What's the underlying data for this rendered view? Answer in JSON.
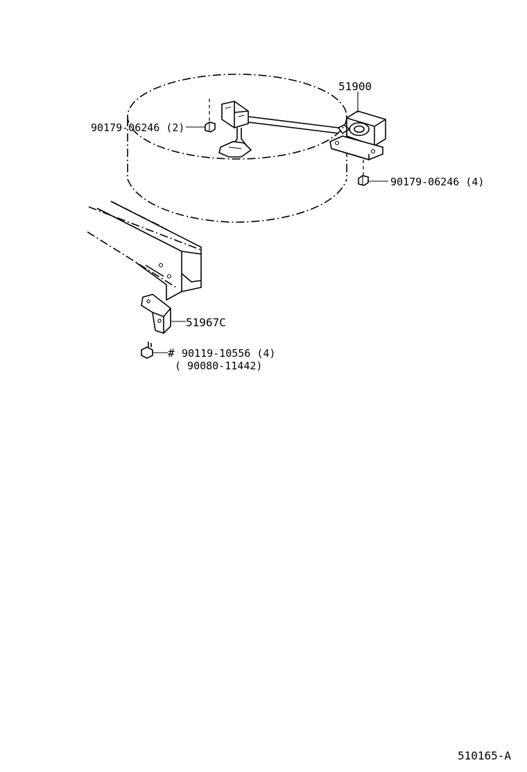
{
  "callouts": {
    "hanger_assembly": "51900",
    "nut_left": "90179-06246 (2)",
    "nut_right": "90179-06246 (4)",
    "bracket": "51967C",
    "bolt_hash": "#",
    "bolt": "90119-10556 (4)",
    "bolt_alt": "( 90080-11442)"
  },
  "diagram_code": "510165-A"
}
